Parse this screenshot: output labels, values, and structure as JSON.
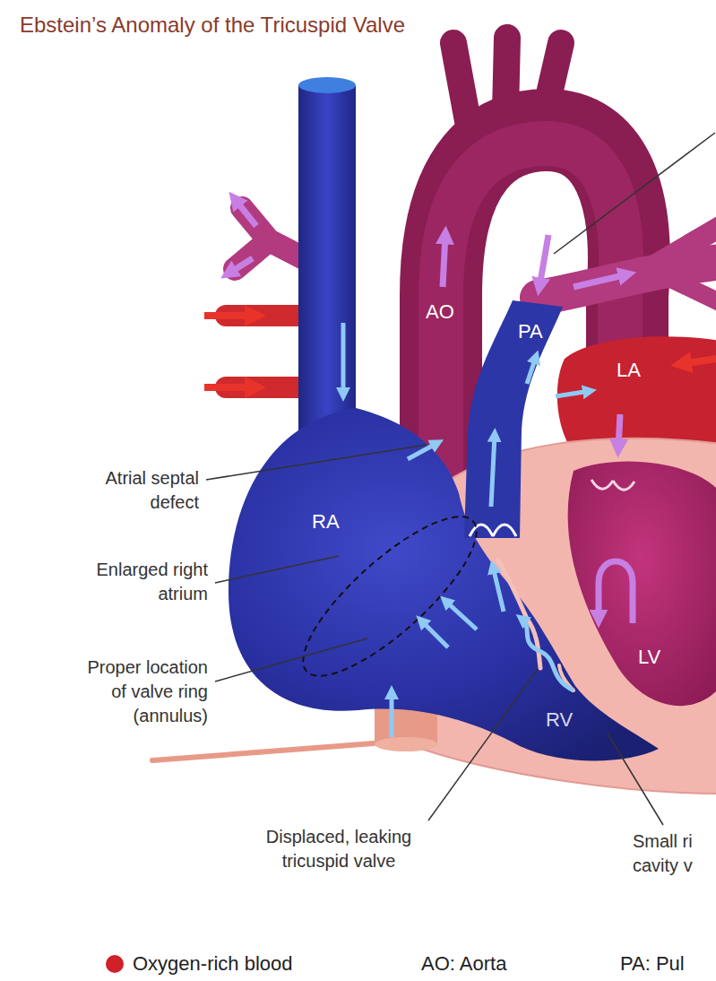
{
  "diagram": {
    "title": "Ebstein’s Anomaly of the Tricuspid Valve",
    "labels": [
      "AO",
      "PA",
      "LA",
      "Atrial septal defect",
      "RA",
      "Enlarged right atrium",
      "Proper location of valve ring (annulus)",
      "LV",
      "RV",
      "Displaced, leaking tricuspid valve",
      "Small ri cavity v",
      "AO: Aorta",
      "PA: Pul"
    ],
    "legend": [
      {
        "text": "Oxygen-rich blood",
        "color": "#d0202a"
      }
    ]
  }
}
